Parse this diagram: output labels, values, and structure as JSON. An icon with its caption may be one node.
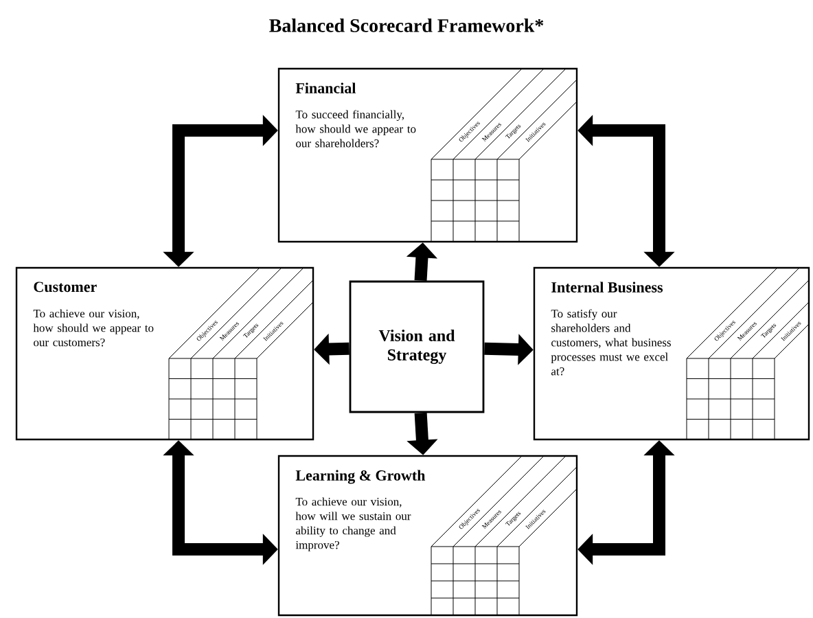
{
  "diagram": {
    "title": "Balanced Scorecard Framework*",
    "nodes": [
      {
        "text": [
          "Financial",
          "To succeed financially, how should we appear to our shareholders?",
          "Objectives",
          "Measures",
          "Targets",
          "Initiatives"
        ]
      },
      {
        "text": [
          "Customer",
          "To achieve our vision, how should we appear to our customers?",
          "Objectives",
          "Measures",
          "Targets",
          "Initiatives"
        ]
      },
      {
        "text": [
          "Vision and Strategy"
        ]
      },
      {
        "text": [
          "Internal Business",
          "To satisfy our shareholders and customers, what business processes must we excel at?",
          "Objectives",
          "Measures",
          "Targets",
          "Initiatives"
        ]
      },
      {
        "text": [
          "Learning & Growth",
          "To achieve our vision, how will we sustain our ability to change and improve?",
          "Objectives",
          "Measures",
          "Targets",
          "Initiatives"
        ]
      }
    ],
    "edges": [
      {
        "from": 2,
        "to": 0,
        "arrow": "to"
      },
      {
        "from": 2,
        "to": 1,
        "arrow": "to"
      },
      {
        "from": 2,
        "to": 3,
        "arrow": "to"
      },
      {
        "from": 2,
        "to": 4,
        "arrow": "to"
      },
      {
        "from": 0,
        "to": 1,
        "arrow": "both"
      },
      {
        "from": 0,
        "to": 3,
        "arrow": "both"
      },
      {
        "from": 1,
        "to": 4,
        "arrow": "both"
      },
      {
        "from": 3,
        "to": 4,
        "arrow": "both"
      }
    ]
  }
}
